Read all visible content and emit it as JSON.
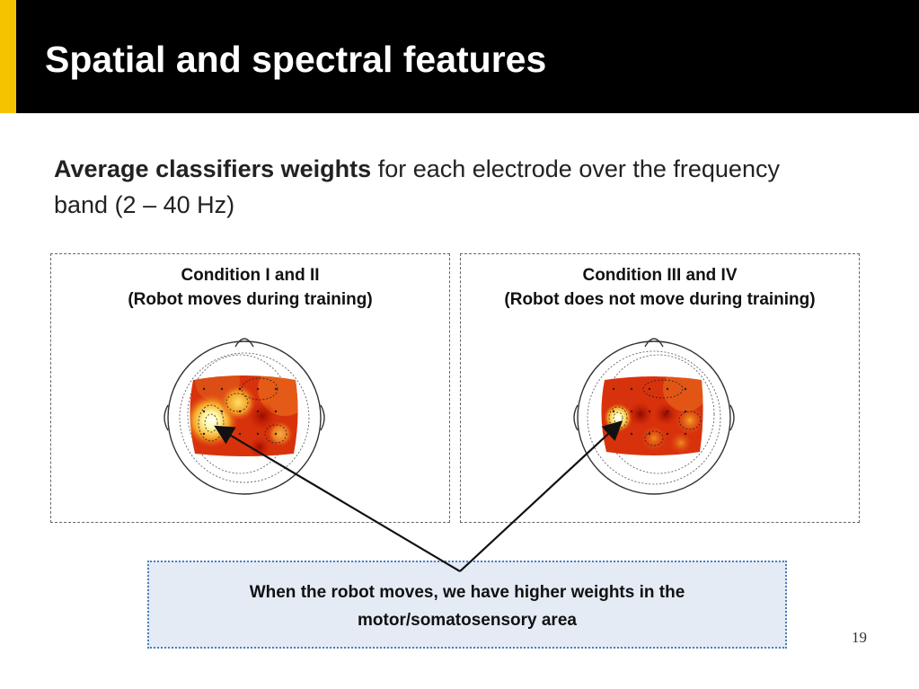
{
  "slide": {
    "title": "Spatial and spectral features",
    "subtitle_bold": "Average classifiers weights",
    "subtitle_rest": " for each electrode over the frequency band (2 – 40 Hz)",
    "page_number": "19"
  },
  "panels": [
    {
      "line1": "Condition I and II",
      "line2": "(Robot moves during training)"
    },
    {
      "line1": "Condition III and IV",
      "line2": "(Robot does not move during training)"
    }
  ],
  "callout": {
    "text": "When the robot moves, we have higher weights in the motor/somatosensory area"
  },
  "colors": {
    "header_bg": "#000000",
    "accent": "#f5c400",
    "callout_bg": "#e4ebf5",
    "callout_border": "#4a7ebb",
    "heat_low": "#c61a00",
    "heat_high": "#fff7a0"
  },
  "icons": [
    "head-outline-icon",
    "topographic-map-icon",
    "arrow-icon"
  ]
}
